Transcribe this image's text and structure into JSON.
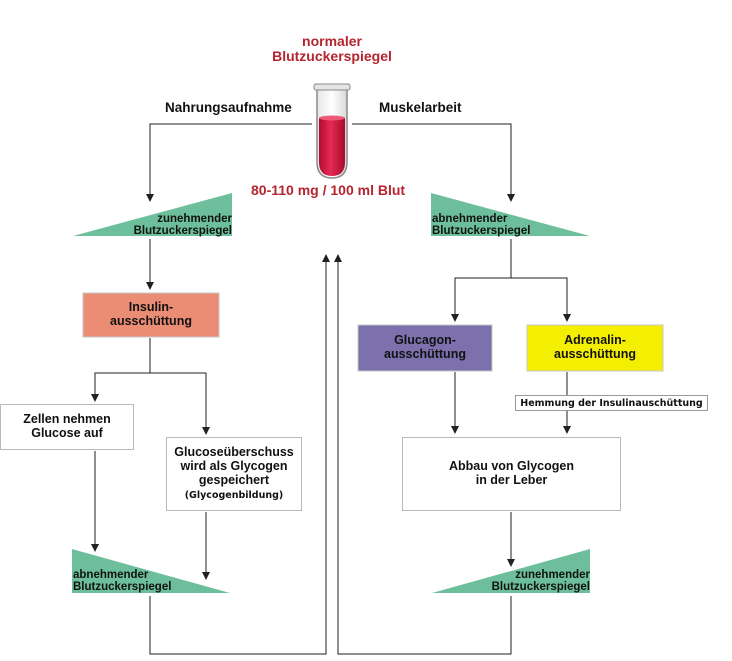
{
  "top": {
    "title": "normaler\nBlutzuckerspiegel",
    "left_label": "Nahrungsaufnahme",
    "right_label": "Muskelarbeit",
    "range": "80-110 mg / 100 ml Blut"
  },
  "triangles": {
    "top_left": "zunehmender\nBlutzuckerspiegel",
    "top_right": "abnehmender\nBlutzuckerspiegel",
    "bottom_left": "abnehmender\nBlutzuckerspiegel",
    "bottom_right": "zunehmender\nBlutzuckerspiegel"
  },
  "boxes": {
    "insulin": "Insulin-\nausschüttung",
    "glucagon": "Glucagon-\nausschüttung",
    "adrenalin": "Adrenalin-\nausschüttung",
    "zellen": "Zellen nehmen\nGlucose auf",
    "glucose_line1": "Glucoseüberschuss\nwird als Glycogen\ngespeichert",
    "glucose_line2": "(Glycogenbildung)",
    "abbau": "Abbau von Glycogen\nin der Leber",
    "hemmung": "Hemmung der Insulinauschüttung"
  },
  "colors": {
    "triangle": "#6dbf9b",
    "insulin": "#eb8c74",
    "glucagon": "#7c70ad",
    "adrenalin": "#f4ef00",
    "blood": "#d7163f",
    "title_red": "#b5242f"
  }
}
